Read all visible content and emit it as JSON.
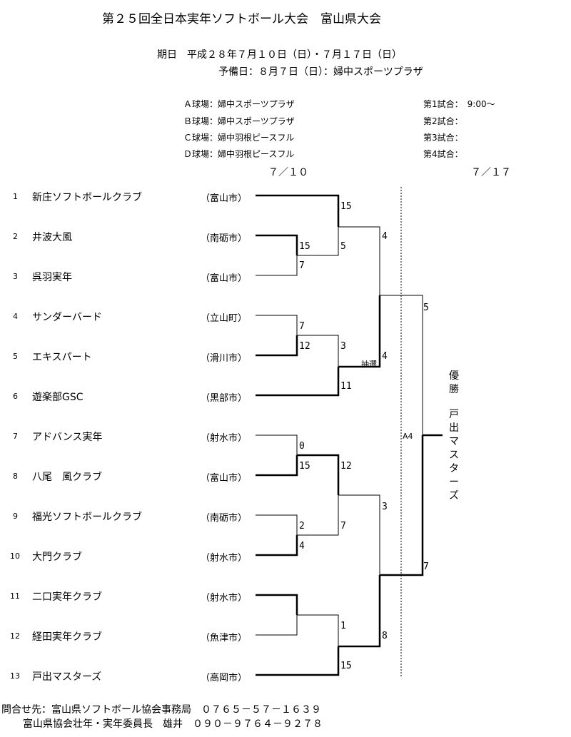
{
  "title": "第２５回全日本実年ソフトボール大会　富山県大会",
  "schedule": {
    "dates": "期日　平成２８年７月１０日（日）・７月１７日（日）",
    "reserve": "予備日：８月７日（日）：婦中スポーツプラザ"
  },
  "venues": [
    "Ａ球場：婦中スポーツプラザ",
    "Ｂ球場：婦中スポーツプラザ",
    "Ｃ球場：婦中羽根ピースフル",
    "Ｄ球場：婦中羽根ピースフル"
  ],
  "games": [
    "第1試合：　9:00～",
    "第2試合：",
    "第3試合：",
    "第4試合："
  ],
  "round_dates": {
    "day1": "７／１０",
    "day2": "７／１７"
  },
  "teams": [
    {
      "no": "1",
      "name": "新庄ソフトボールクラブ",
      "city": "（富山市）"
    },
    {
      "no": "2",
      "name": "井波大風",
      "city": "（南砺市）"
    },
    {
      "no": "3",
      "name": "呉羽実年",
      "city": "（富山市）"
    },
    {
      "no": "4",
      "name": "サンダーバード",
      "city": "（立山町）"
    },
    {
      "no": "5",
      "name": "エキスパート",
      "city": "（滑川市）"
    },
    {
      "no": "6",
      "name": "遊楽部GSC",
      "city": "（黒部市）"
    },
    {
      "no": "7",
      "name": "アドバンス実年",
      "city": "（射水市）"
    },
    {
      "no": "8",
      "name": "八尾　風クラブ",
      "city": "（富山市）"
    },
    {
      "no": "9",
      "name": "福光ソフトボールクラブ",
      "city": "（南砺市）"
    },
    {
      "no": "10",
      "name": "大門クラブ",
      "city": "（射水市）"
    },
    {
      "no": "11",
      "name": "二口実年クラブ",
      "city": "（射水市）"
    },
    {
      "no": "12",
      "name": "経田実年クラブ",
      "city": "（魚津市）"
    },
    {
      "no": "13",
      "name": "戸出マスターズ",
      "city": "（高岡市）"
    }
  ],
  "scores": {
    "r1_2_3": [
      "15",
      "7"
    ],
    "r1_4_5": [
      "7",
      "12"
    ],
    "r1_7_8": [
      "0",
      "15"
    ],
    "r1_9_10": [
      "2",
      "4"
    ],
    "r2_1": [
      "15",
      "5"
    ],
    "r2_5_6": [
      "3",
      "11"
    ],
    "r2_8_10": [
      "12",
      "7"
    ],
    "r2_11_12_13": [
      "1",
      "15"
    ],
    "r3_top": [
      "4",
      "4"
    ],
    "r3_bot": [
      "3",
      "8"
    ],
    "final": [
      "5",
      "7"
    ]
  },
  "lottery": "抽選",
  "court_label": "A4",
  "champion": {
    "label": [
      "優",
      "勝"
    ],
    "team": [
      "戸",
      "出",
      "マ",
      "ス",
      "タ",
      "ー",
      "ズ"
    ]
  },
  "footer": {
    "contact1": "問合せ先：富山県ソフトボール協会事務局　０７６５－５７－１６３９",
    "contact2": "富山県協会壮年・実年委員長　雄井　０９０－９７６４－９２７８"
  }
}
